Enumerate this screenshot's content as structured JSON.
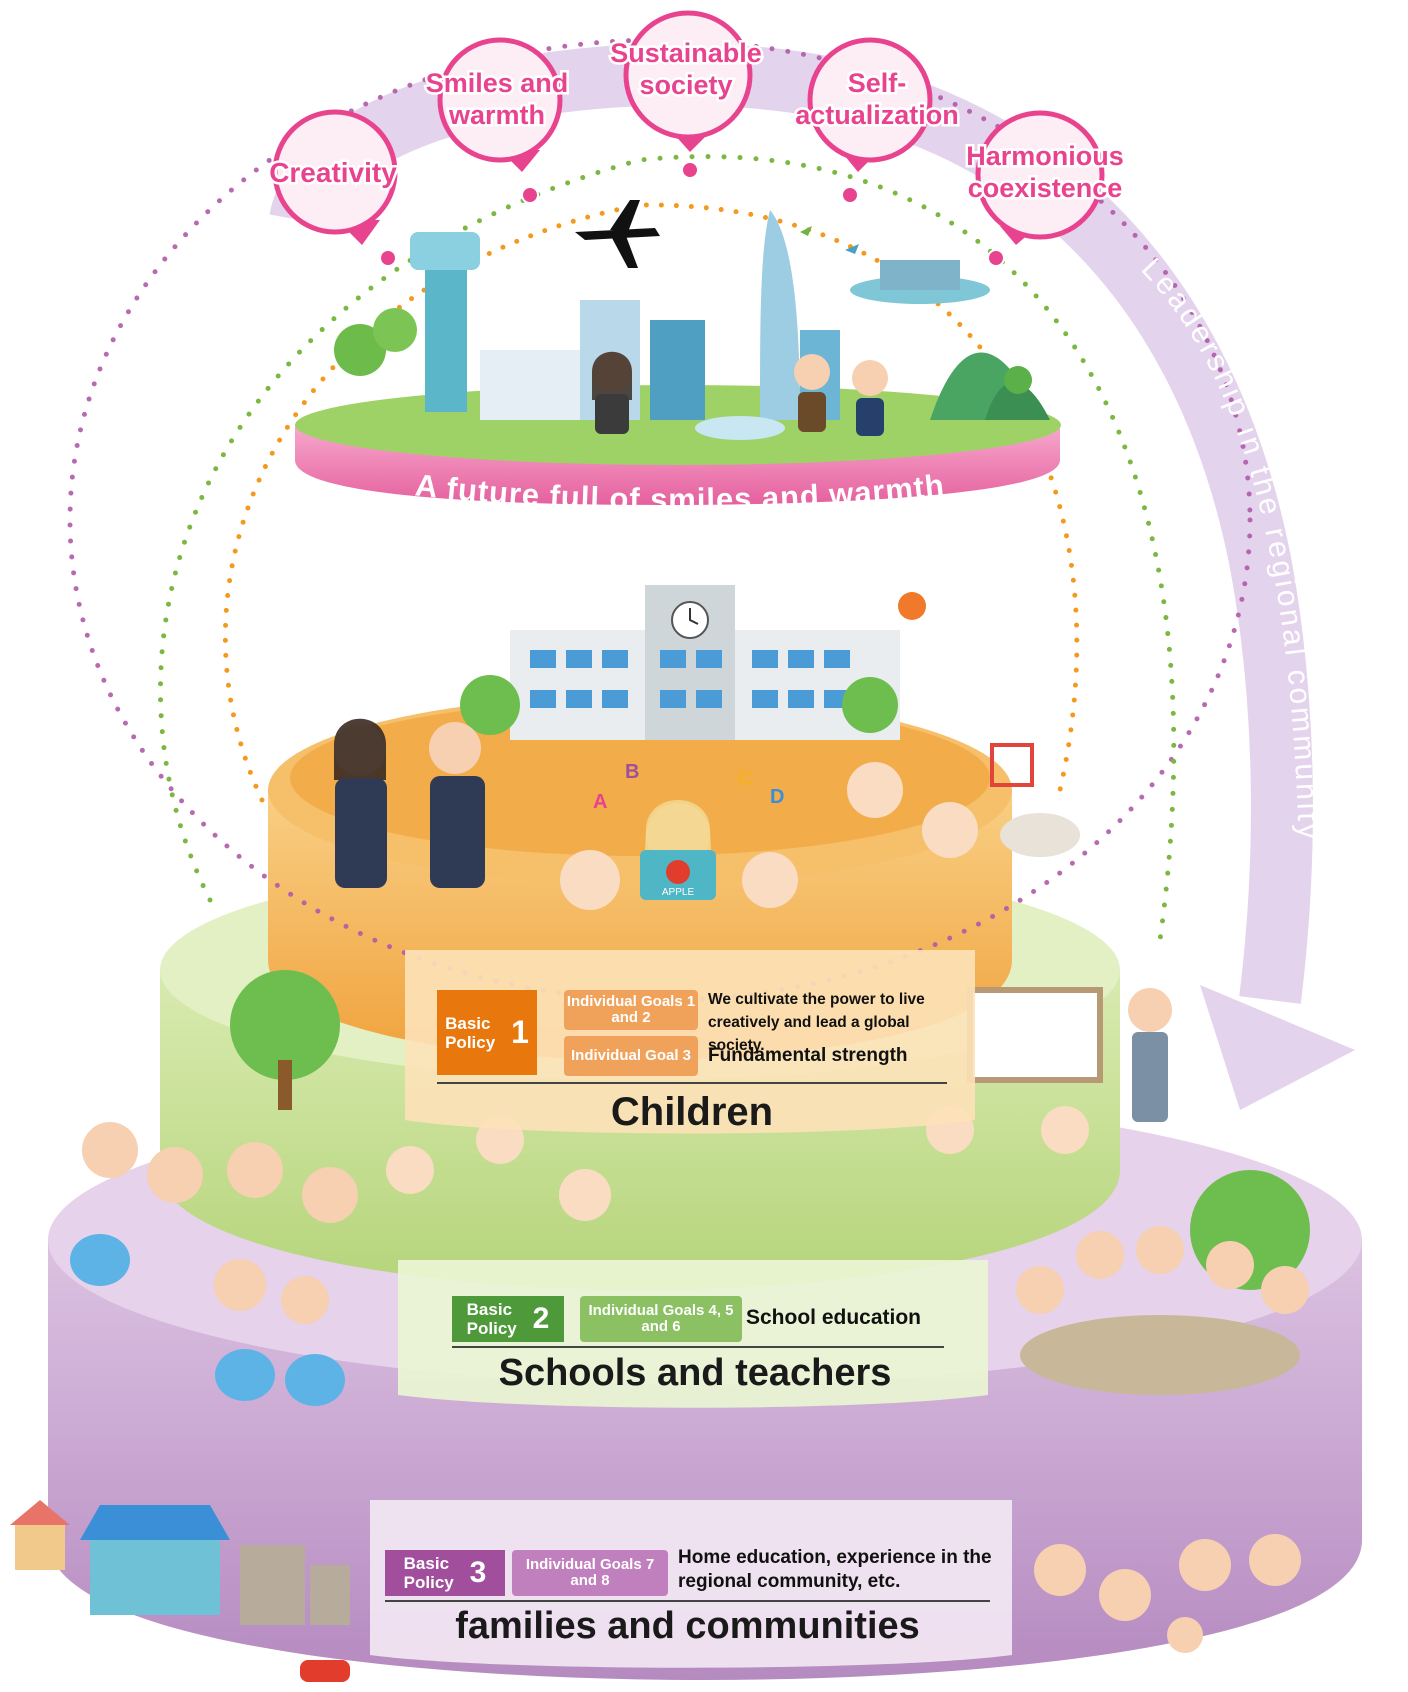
{
  "values": {
    "creativity": "Creativity",
    "smiles_warmth": "Smiles and warmth",
    "sustainable_society": "Sustainable society",
    "self_actualization": "Self-actualization",
    "harmonious_coexistence": "Harmonious coexistence"
  },
  "future_banner": "A future full of smiles and warmth",
  "arrow_label": "Leadership in the regional community",
  "tiers": {
    "children": {
      "basic_policy": "Basic Policy",
      "policy_number": "1",
      "goal_a": "Individual Goals 1 and 2",
      "goal_b": "Individual Goal 3",
      "desc_a": "We cultivate the power to live creatively and lead a global society.",
      "desc_b": "Fundamental strength",
      "title": "Children"
    },
    "schools": {
      "basic_policy": "Basic Policy",
      "policy_number": "2",
      "goal": "Individual Goals 4, 5 and 6",
      "desc": "School education",
      "title": "Schools and teachers"
    },
    "families": {
      "basic_policy": "Basic Policy",
      "policy_number": "3",
      "goal": "Individual Goals 7 and 8",
      "desc": "Home education, experience in the regional community, etc.",
      "title": "families and communities"
    }
  },
  "illustration_text": {
    "tablet_word": "APPLE",
    "letters": [
      "A",
      "B",
      "C",
      "D"
    ]
  },
  "colors": {
    "pink": "#e8438f",
    "orange_tier": "#f6b85c",
    "green_tier": "#c9e19a",
    "purple_tier": "#c9a3cf",
    "policy1": "#e8780e",
    "policy2": "#4e9a3a",
    "policy3": "#a14f9c",
    "arrow": "#d9c6e3"
  }
}
